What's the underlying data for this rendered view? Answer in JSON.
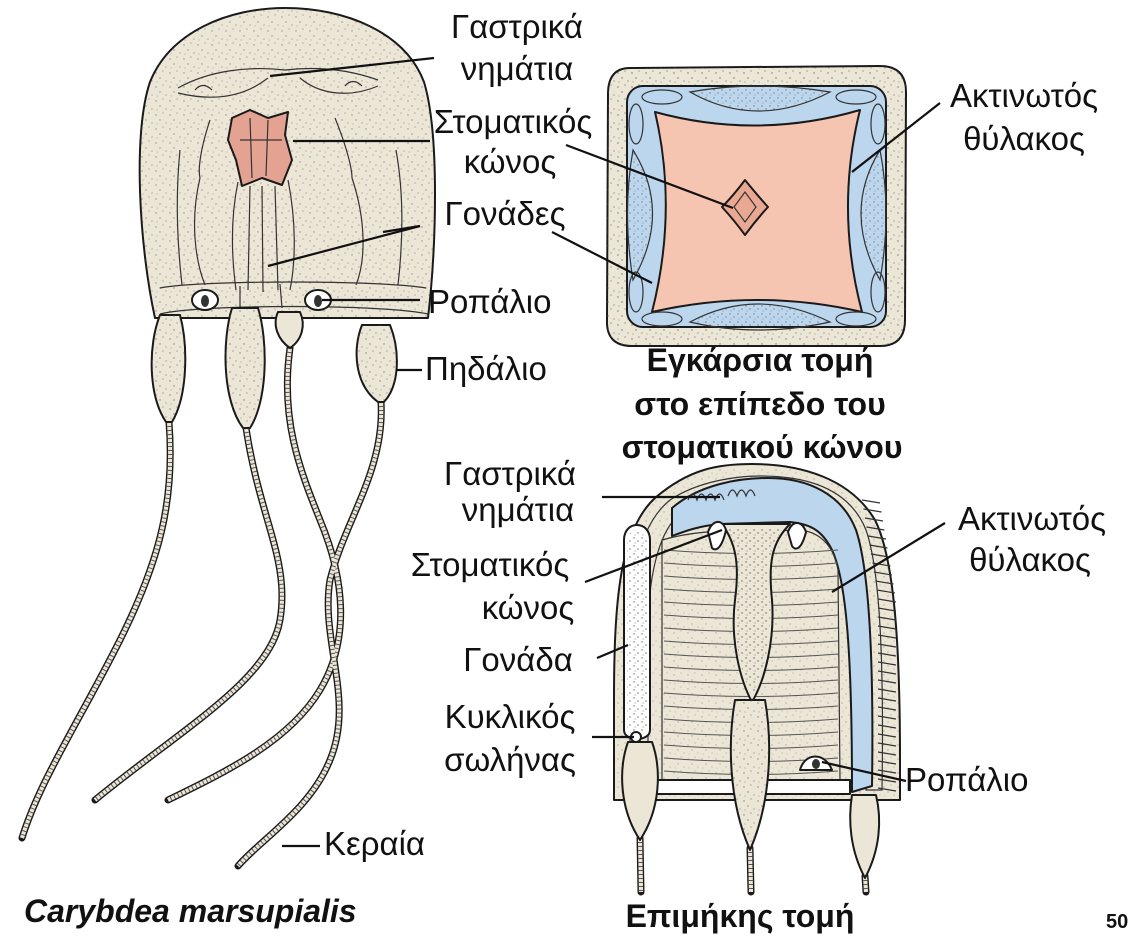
{
  "whole_animal": {
    "species_name": "Carybdea marsupialis",
    "gastric_filaments": {
      "line1": "Γαστρικά",
      "line2": "νημάτια"
    },
    "manubrium": {
      "line1": "Στοματικός",
      "line2": "κώνος"
    },
    "gonads": "Γονάδες",
    "rhopalium": "Ροπάλιο",
    "pedalium": "Πηδάλιο",
    "tentacle": "Κεραία"
  },
  "cross_section": {
    "caption": {
      "line1": "Εγκάρσια τομή",
      "line2": "στο επίπεδο του",
      "line3": "στοματικού κώνου"
    },
    "radial_pocket": {
      "line1": "Ακτινωτός",
      "line2": "θύλακος"
    }
  },
  "longitudinal_section": {
    "caption": "Επιμήκης τομή",
    "gastric_filaments": {
      "line1": "Γαστρικά",
      "line2": "νημάτια"
    },
    "radial_pocket": {
      "line1": "Ακτινωτός",
      "line2": "θύλακος"
    },
    "manubrium": {
      "line1": "Στοματικός",
      "line2": "κώνος"
    },
    "gonad": "Γονάδα",
    "ring_canal": {
      "line1": "Κυκλικός",
      "line2": "σωλήνας"
    },
    "rhopalium": "Ροπάλιο"
  },
  "page_number": "50",
  "colors": {
    "mesoglea": "#ece6d6",
    "radial_pocket": "#bcd6ee",
    "cross_section_manubrium": "#f5c5b1",
    "stomach": "#e4a293",
    "phacellae": "#cfc9c0",
    "outline": "#1a1a1a"
  }
}
